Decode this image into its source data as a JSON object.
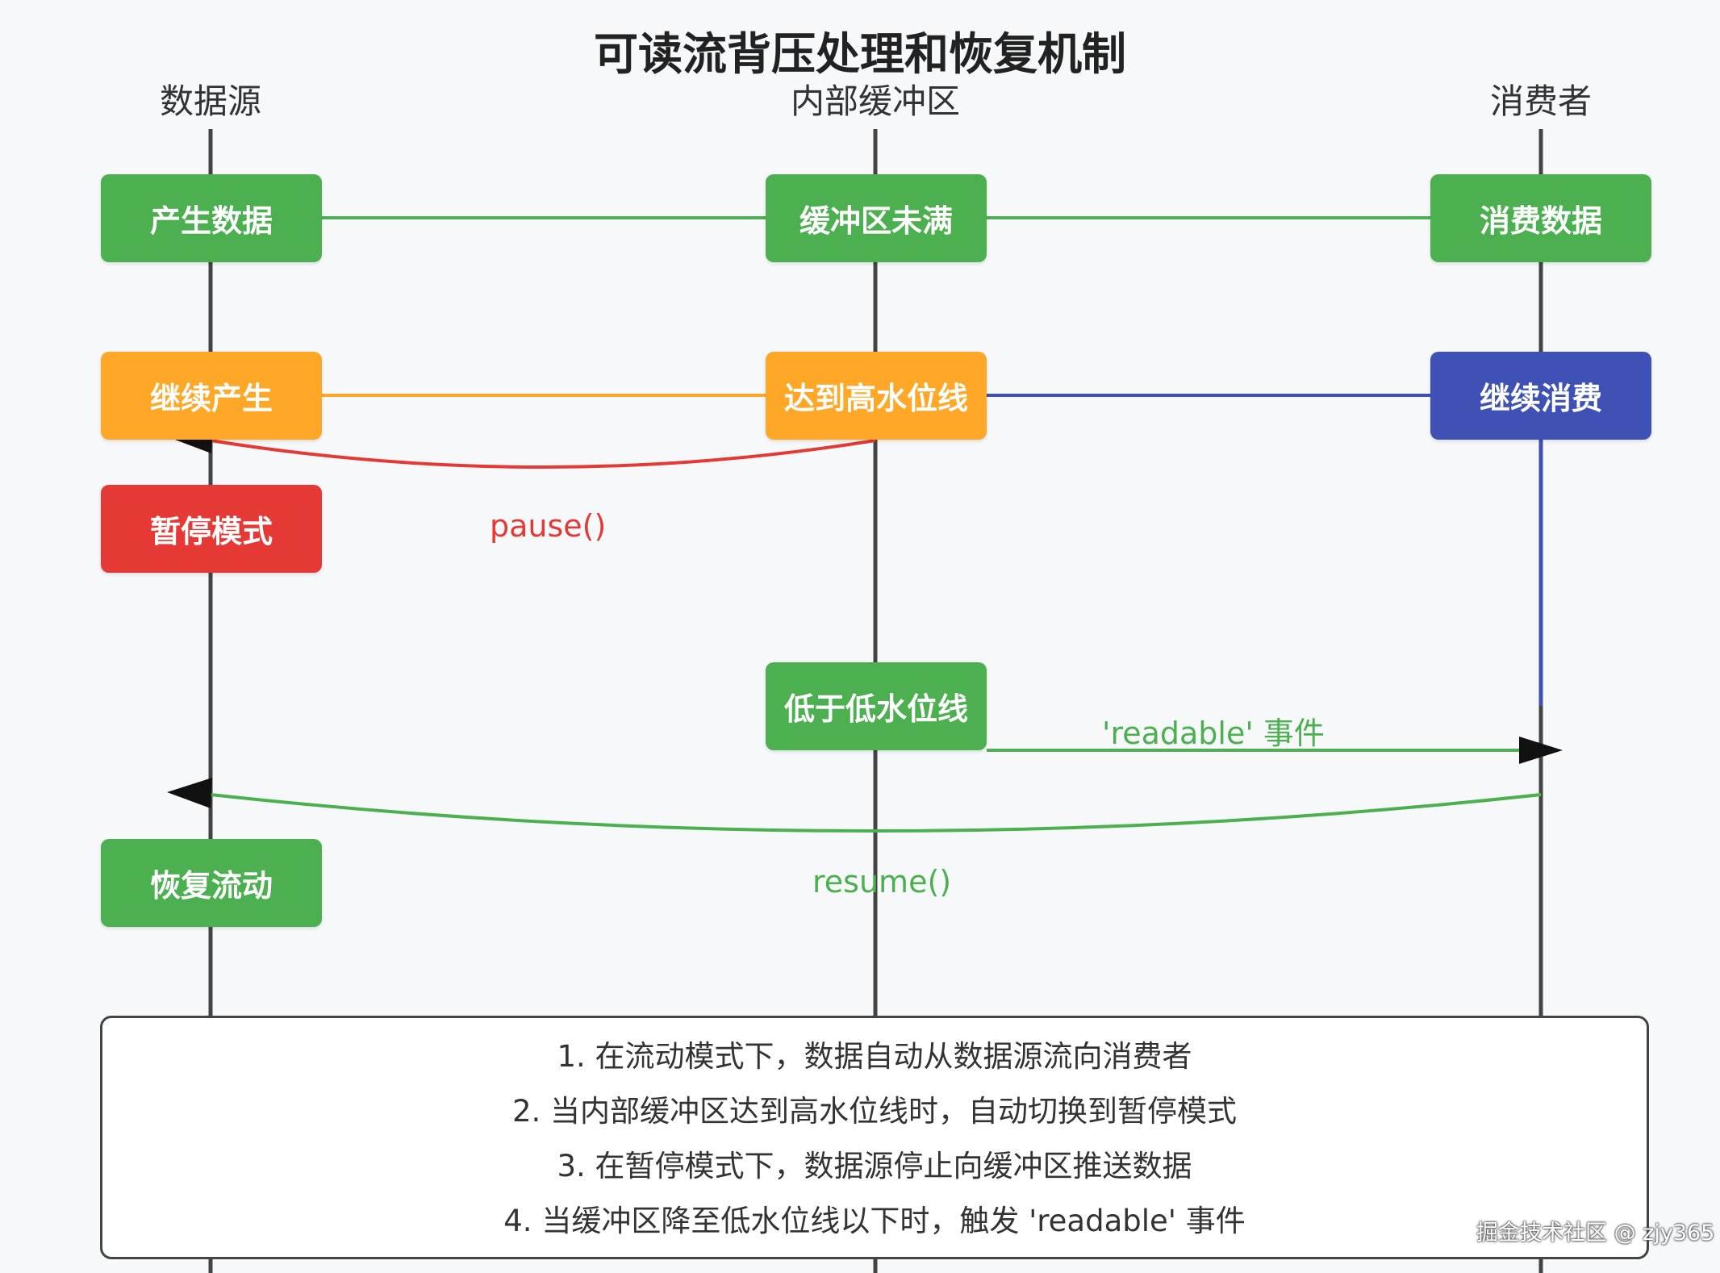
{
  "title": "可读流背压处理和恢复机制",
  "lanes": {
    "source": "数据源",
    "buffer": "内部缓冲区",
    "consumer": "消费者"
  },
  "nodes": {
    "produce_data": "产生数据",
    "buffer_not_full": "缓冲区未满",
    "consume_data": "消费数据",
    "continue_produce": "继续产生",
    "reach_high_watermark": "达到高水位线",
    "continue_consume": "继续消费",
    "pause_mode": "暂停模式",
    "below_low_watermark": "低于低水位线",
    "resume_flow": "恢复流动"
  },
  "messages": {
    "pause": "pause()",
    "readable_event": "'readable' 事件",
    "resume": "resume()"
  },
  "notes": [
    "1. 在流动模式下，数据自动从数据源流向消费者",
    "2. 当内部缓冲区达到高水位线时，自动切换到暂停模式",
    "3. 在暂停模式下，数据源停止向缓冲区推送数据",
    "4. 当缓冲区降至低水位线以下时，触发 'readable' 事件"
  ],
  "watermark": "掘金技术社区 @ zjy365",
  "colors": {
    "green": "#4caf50",
    "orange": "#ffa726",
    "indigo": "#3f51b5",
    "red": "#e53935",
    "lifeline": "#444444"
  }
}
